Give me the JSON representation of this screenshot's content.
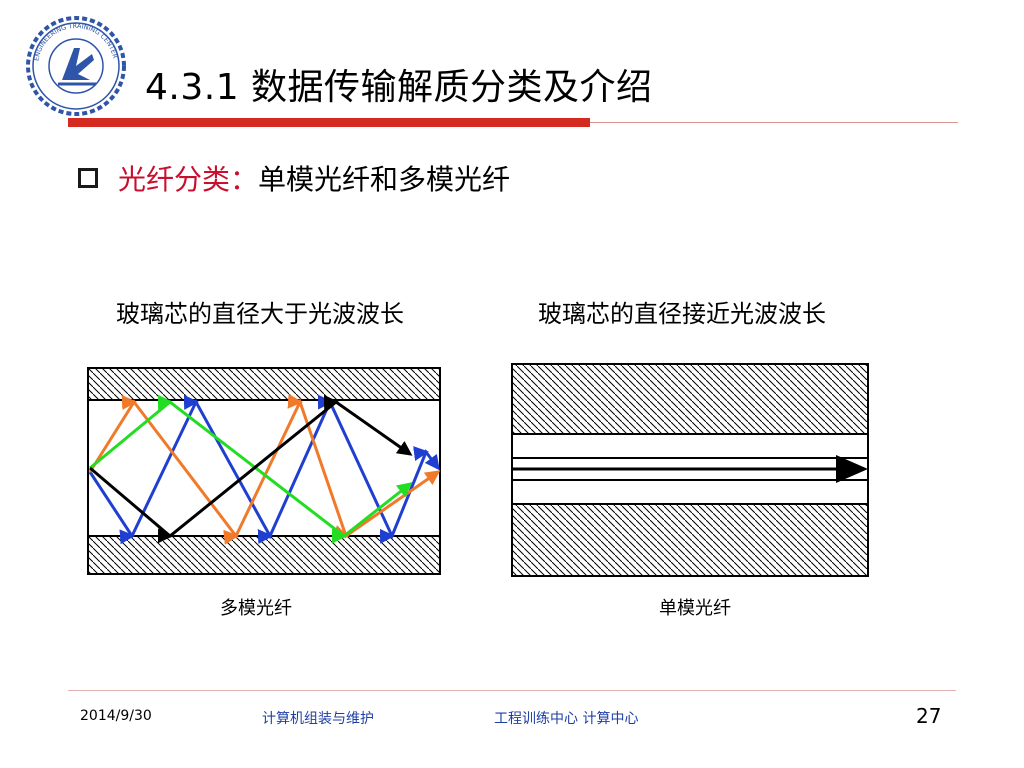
{
  "slide": {
    "title": "4.3.1  数据传输解质分类及介绍",
    "bullet_label": "光纤分类：",
    "bullet_text": "单模光纤和多模光纤"
  },
  "figures": {
    "multi": {
      "caption_top": "玻璃芯的直径大于光波波长",
      "caption_bottom": "多模光纤"
    },
    "single": {
      "caption_top": "玻璃芯的直径接近光波波长",
      "caption_bottom": "单模光纤"
    }
  },
  "colors": {
    "accent_red": "#d42a20",
    "ray_blue": "#1f3fd0",
    "ray_orange": "#f07a2a",
    "ray_green": "#22dd22",
    "ray_black": "#000000",
    "footer_blue": "#1f3fa6"
  },
  "footer": {
    "date": "2014/9/30",
    "course": "计算机组装与维护",
    "org": "工程训练中心 计算中心",
    "page": "27"
  }
}
